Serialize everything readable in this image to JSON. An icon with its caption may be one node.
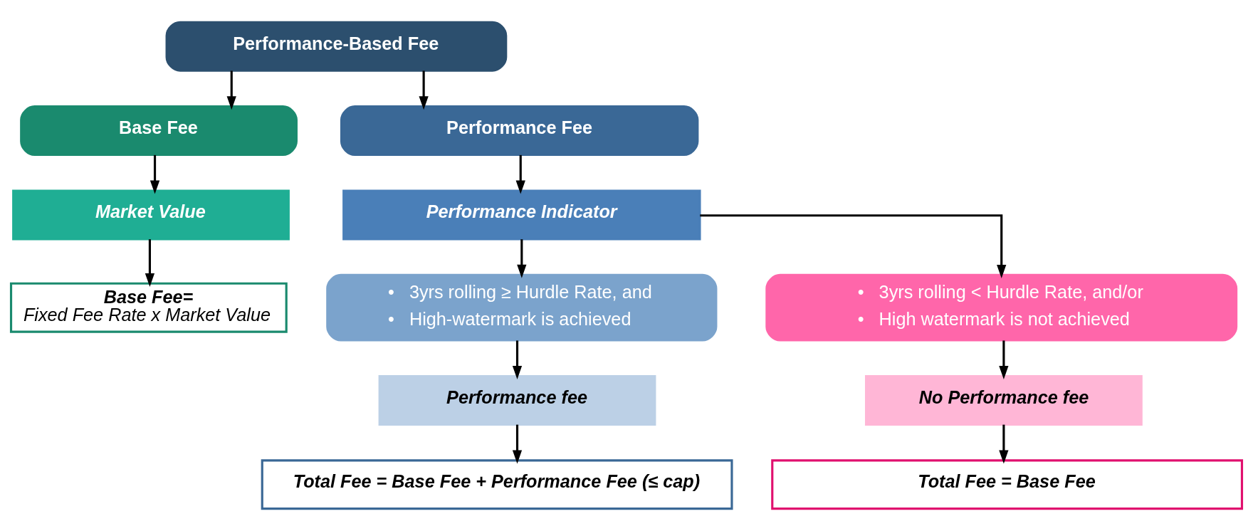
{
  "diagram": {
    "nodes": [
      {
        "text": [
          "Performance-Based Fee"
        ]
      },
      {
        "text": [
          "Base Fee"
        ]
      },
      {
        "text": [
          "Performance Fee"
        ]
      },
      {
        "text": [
          "Market Value"
        ]
      },
      {
        "text": [
          "Performance Indicator"
        ]
      },
      {
        "text": [
          "Base Fee=",
          "Fixed Fee Rate x Market Value"
        ]
      },
      {
        "text": [
          "•   3yrs rolling ≥ Hurdle Rate, and",
          "•   High-watermark is achieved"
        ]
      },
      {
        "text": [
          "•   3yrs rolling < Hurdle Rate, and/or",
          "•   High watermark is not achieved"
        ]
      },
      {
        "text": [
          "Performance fee"
        ]
      },
      {
        "text": [
          "No Performance fee"
        ]
      },
      {
        "text": [
          "Total Fee = Base Fee + Performance Fee (≤ cap)"
        ]
      },
      {
        "text": [
          "Total Fee = Base Fee"
        ]
      }
    ],
    "edges": [
      {
        "from": 0,
        "to": 1,
        "arrow": "to"
      },
      {
        "from": 0,
        "to": 2,
        "arrow": "to"
      },
      {
        "from": 1,
        "to": 3,
        "arrow": "to"
      },
      {
        "from": 3,
        "to": 5,
        "arrow": "to"
      },
      {
        "from": 2,
        "to": 4,
        "arrow": "to"
      },
      {
        "from": 4,
        "to": 6,
        "arrow": "to"
      },
      {
        "from": 4,
        "to": 7,
        "arrow": "to"
      },
      {
        "from": 6,
        "to": 8,
        "arrow": "to"
      },
      {
        "from": 7,
        "to": 9,
        "arrow": "to"
      },
      {
        "from": 8,
        "to": 10,
        "arrow": "to"
      },
      {
        "from": 9,
        "to": 11,
        "arrow": "to"
      }
    ]
  }
}
